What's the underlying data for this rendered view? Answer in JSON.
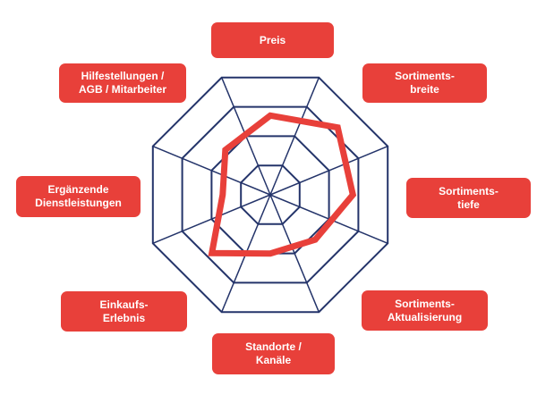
{
  "chart_data": {
    "type": "radar",
    "title": "",
    "scale_rings": 4,
    "axes": [
      "Preis",
      "Sortiments-\nbreite",
      "Sortiments-\ntiefe",
      "Sortiments-\nAktualisierung",
      "Standorte /\nKanäle",
      "Einkaufs-\nErlebnis",
      "Ergänzende\nDienstleistungen",
      "Hilfestellungen /\nAGB / Mitarbeiter"
    ],
    "series": [
      {
        "values": [
          2.5,
          3.0,
          2.6,
          2.0,
          1.85,
          2.6,
          1.5,
          2.0
        ]
      }
    ],
    "grid_color": "#24346a",
    "series_color": "#e8403a",
    "label_color": "#e8403a",
    "legend": "none"
  }
}
